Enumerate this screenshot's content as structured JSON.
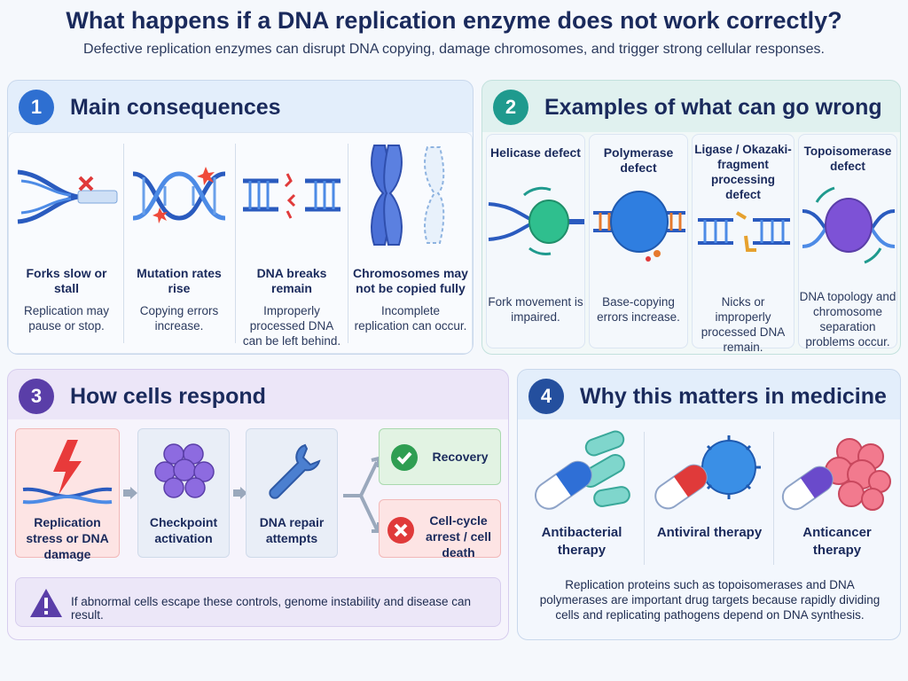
{
  "header": {
    "title": "What happens if a DNA replication enzyme does not work correctly?",
    "subtitle": "Defective replication enzymes can disrupt DNA copying, damage chromosomes, and trigger strong cellular responses."
  },
  "colors": {
    "blue": "#2e6fd1",
    "teal": "#1f9a8e",
    "purple": "#5a3ea8",
    "dark_blue": "#244f9e",
    "red": "#e03a3a",
    "green": "#2f9e52"
  },
  "panel1": {
    "number": "1",
    "title": "Main consequences",
    "items": [
      {
        "label": "Forks slow or stall",
        "desc": "Replication may pause or stop."
      },
      {
        "label": "Mutation rates rise",
        "desc": "Copying errors increase."
      },
      {
        "label": "DNA breaks remain",
        "desc": "Improperly processed DNA can be left behind."
      },
      {
        "label": "Chromosomes may not be copied fully",
        "desc": "Incomplete replication can occur."
      }
    ]
  },
  "panel2": {
    "number": "2",
    "title": "Examples of what can go wrong",
    "items": [
      {
        "label": "Helicase defect",
        "desc": "Fork movement is impaired."
      },
      {
        "label": "Polymerase defect",
        "desc": "Base-copying errors increase."
      },
      {
        "label": "Ligase / Okazaki-fragment processing defect",
        "desc": "Nicks or improperly processed DNA remain."
      },
      {
        "label": "Topoisomerase defect",
        "desc": "DNA topology and chromosome separation problems occur."
      }
    ]
  },
  "panel3": {
    "number": "3",
    "title": "How cells respond",
    "steps": [
      {
        "label": "Replication stress or DNA damage"
      },
      {
        "label": "Checkpoint activation"
      },
      {
        "label": "DNA repair attempts"
      }
    ],
    "outcomes": [
      {
        "label": "Recovery"
      },
      {
        "label": "Cell-cycle arrest / cell death"
      }
    ],
    "warning": "If abnormal cells escape these controls, genome instability and disease can result."
  },
  "panel4": {
    "number": "4",
    "title": "Why this matters in medicine",
    "therapies": [
      {
        "label": "Antibacterial therapy"
      },
      {
        "label": "Antiviral therapy"
      },
      {
        "label": "Anticancer therapy"
      }
    ],
    "note": "Replication proteins such as topoisomerases and DNA polymerases are important drug targets because rapidly dividing cells and replicating pathogens depend on DNA synthesis."
  }
}
